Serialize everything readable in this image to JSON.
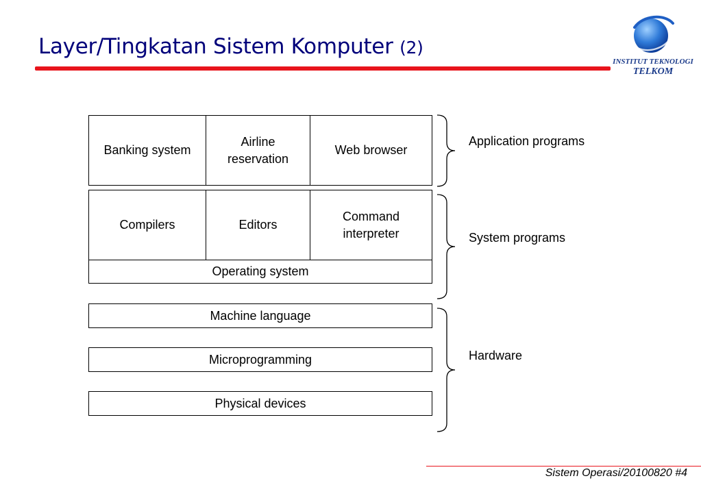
{
  "slide": {
    "title": "Layer/Tingkatan Sistem Komputer",
    "title_suffix": "(2)",
    "footer": "Sistem Operasi/20100820  #4"
  },
  "logo": {
    "line1": "INSTITUT TEKNOLOGI",
    "line2": "TELKOM"
  },
  "diagram": {
    "application_row": [
      "Banking system",
      "Airline reservation",
      "Web browser"
    ],
    "system_row": [
      "Compilers",
      "Editors",
      "Command interpreter"
    ],
    "operating_system": "Operating system",
    "machine_language": "Machine language",
    "microprogramming": "Microprogramming",
    "physical_devices": "Physical devices",
    "groups": {
      "application": "Application programs",
      "system": "System programs",
      "hardware": "Hardware"
    }
  },
  "colors": {
    "title": "#00007a",
    "accent_rule": "#e8141c",
    "logo": "#1a3a8a"
  }
}
